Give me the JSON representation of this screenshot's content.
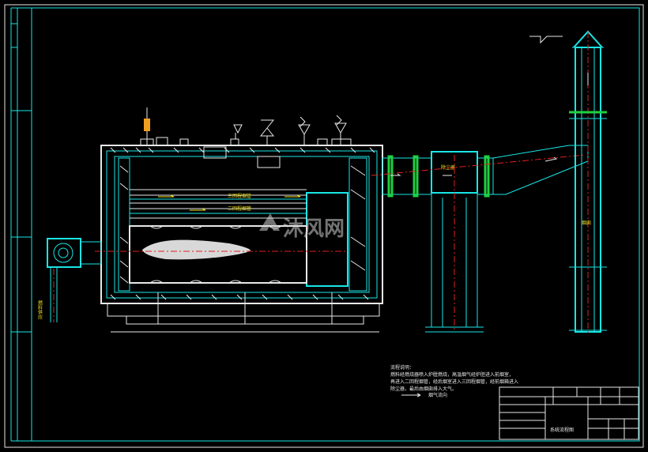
{
  "drawing": {
    "title_block_name": "系统流程图",
    "tube_labels": [
      "三回程烟管",
      "二回程烟管"
    ],
    "chimney_label": "烟囱",
    "fuel_inlet_label": "燃料供应",
    "component_label": "除尘器",
    "watermark_text": "沐风网",
    "colors": {
      "background": "#000000",
      "outline": "#19e6e6",
      "centerline": "#e02020",
      "flange": "#20d040",
      "text": "#f0e020"
    }
  },
  "notes": {
    "lines": [
      "流程说明：",
      "燃料经燃烧器喷入炉膛燃烧，高温烟气经炉胆进入前烟室，",
      "再进入二回程烟管，经后烟室进入三回程烟管，经前烟箱进入",
      "除尘器，最后由烟囱排入大气。",
      "烟气流向"
    ]
  }
}
